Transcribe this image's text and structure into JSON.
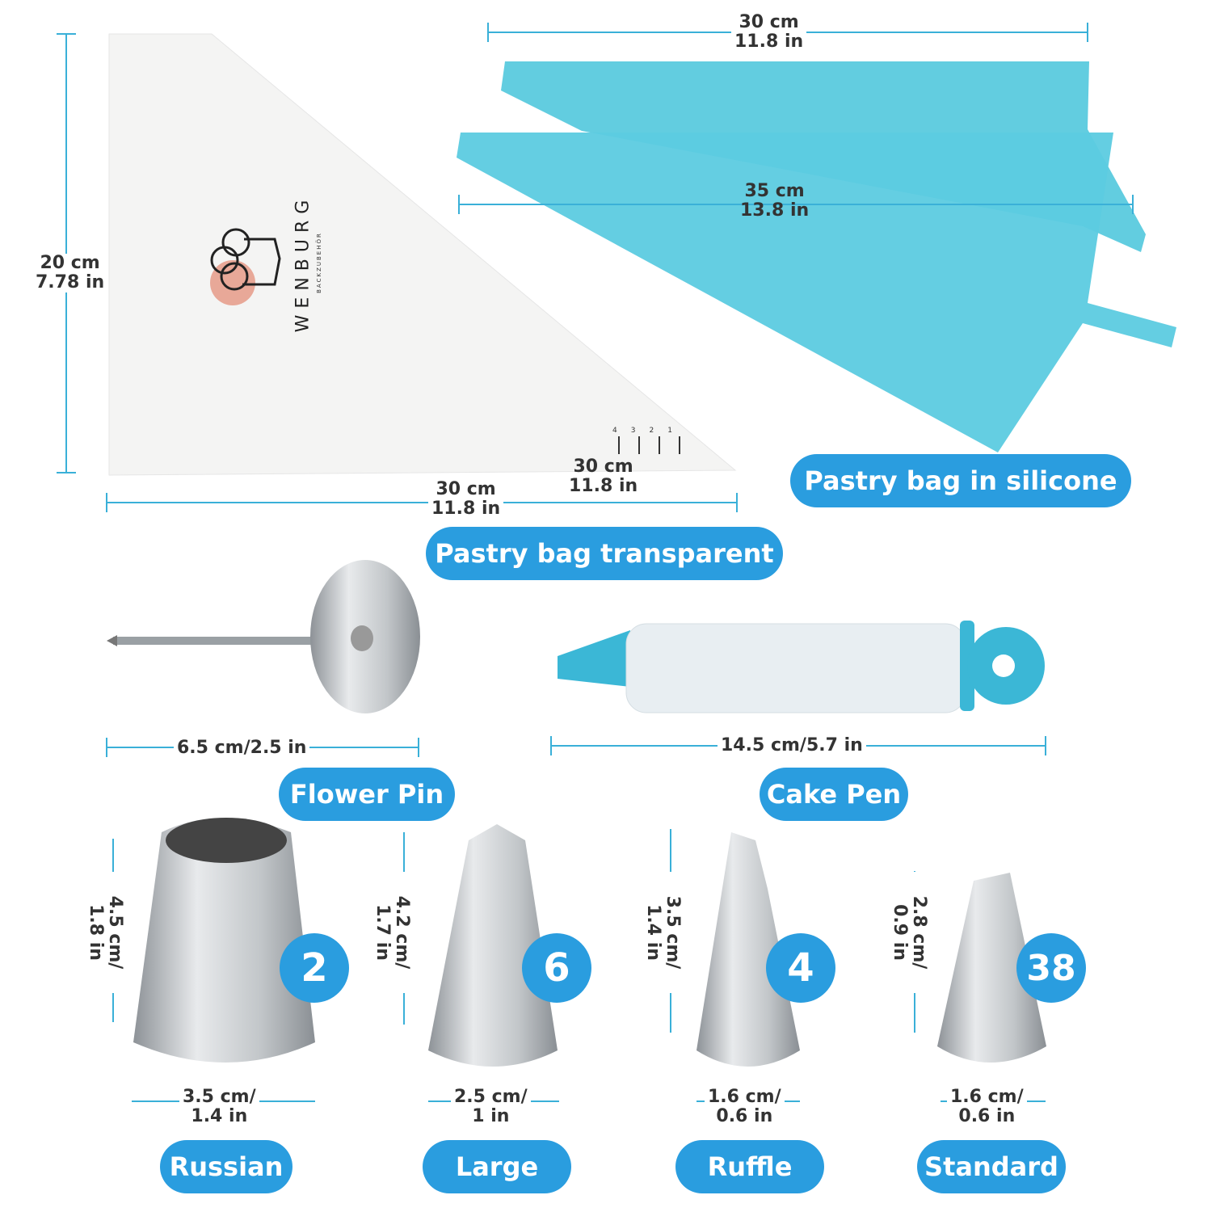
{
  "brand": {
    "name": "WENBURG",
    "tagline": "BACKZUBEHÖR"
  },
  "transparent_bag": {
    "label": "Pastry bag transparent",
    "height": "20 cm\n7.78 in",
    "width": "30 cm\n11.8 in",
    "tip_width": "30 cm\n11.8 in",
    "scale_marks": [
      "4",
      "3",
      "2",
      "1"
    ]
  },
  "silicone_bag": {
    "label": "Pastry bag in silicone",
    "length_small": "30 cm\n11.8 in",
    "length_large": "35 cm\n13.8 in"
  },
  "flower_pin": {
    "label": "Flower Pin",
    "length": "6.5 cm/2.5 in"
  },
  "cake_pen": {
    "label": "Cake Pen",
    "length": "14.5 cm/5.7 in"
  },
  "nozzles": [
    {
      "label": "Russian",
      "count": "2",
      "height": "4.5 cm/\n1.8 in",
      "width": "3.5 cm/\n1.4 in"
    },
    {
      "label": "Large",
      "count": "6",
      "height": "4.2 cm/\n1.7 in",
      "width": "2.5 cm/\n1 in"
    },
    {
      "label": "Ruffle",
      "count": "4",
      "height": "3.5 cm/\n1.4 in",
      "width": "1.6 cm/\n0.6 in"
    },
    {
      "label": "Standard",
      "count": "38",
      "height": "2.8 cm/\n0.9 in",
      "width": "1.6 cm/\n0.6 in"
    }
  ],
  "colors": {
    "accent": "#2a9ddf",
    "silicone": "#5ccbe0",
    "steel": "#b8bcc0",
    "dimension_line": "#3ab0d8"
  }
}
